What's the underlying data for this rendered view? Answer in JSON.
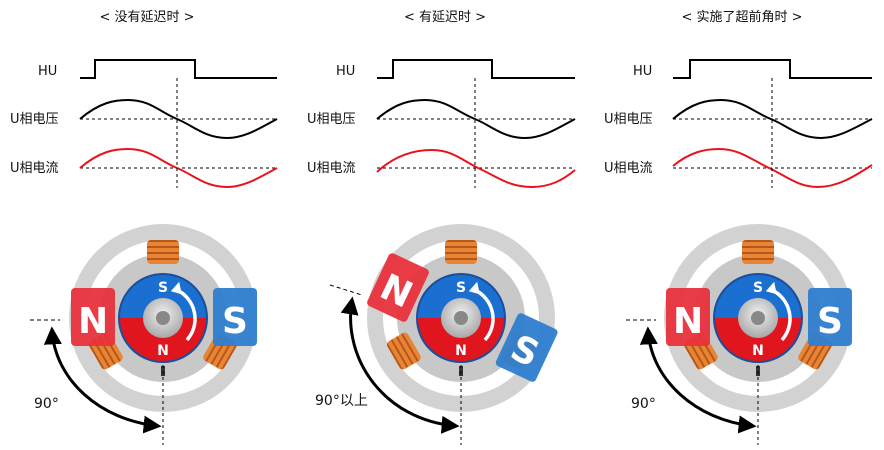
{
  "panels": [
    {
      "title": "< 没有延迟时 >",
      "hu_label": "HU",
      "voltage_label": "U相电压",
      "current_label": "U相电流",
      "angle_label": "90°",
      "rotor_top": "S",
      "rotor_bottom": "N",
      "stator_left": "N",
      "stator_right": "S"
    },
    {
      "title": "< 有延迟时 >",
      "hu_label": "HU",
      "voltage_label": "U相电压",
      "current_label": "U相电流",
      "angle_label": "90°以上",
      "rotor_top": "S",
      "rotor_bottom": "N",
      "stator_left": "N",
      "stator_right": "S"
    },
    {
      "title": "< 实施了超前角时 >",
      "hu_label": "HU",
      "voltage_label": "U相电压",
      "current_label": "U相电流",
      "angle_label": "90°",
      "rotor_top": "S",
      "rotor_bottom": "N",
      "stator_left": "N",
      "stator_right": "S"
    }
  ],
  "colors": {
    "voltage_wave": "#000000",
    "current_wave": "#e8141c",
    "magnet_n": "#e8323c",
    "magnet_s": "#2f7ed0",
    "rotor_s": "#1a6fd0",
    "rotor_n": "#e0151e",
    "coil": "#e07a2a",
    "stator": "#d2d2d2"
  }
}
